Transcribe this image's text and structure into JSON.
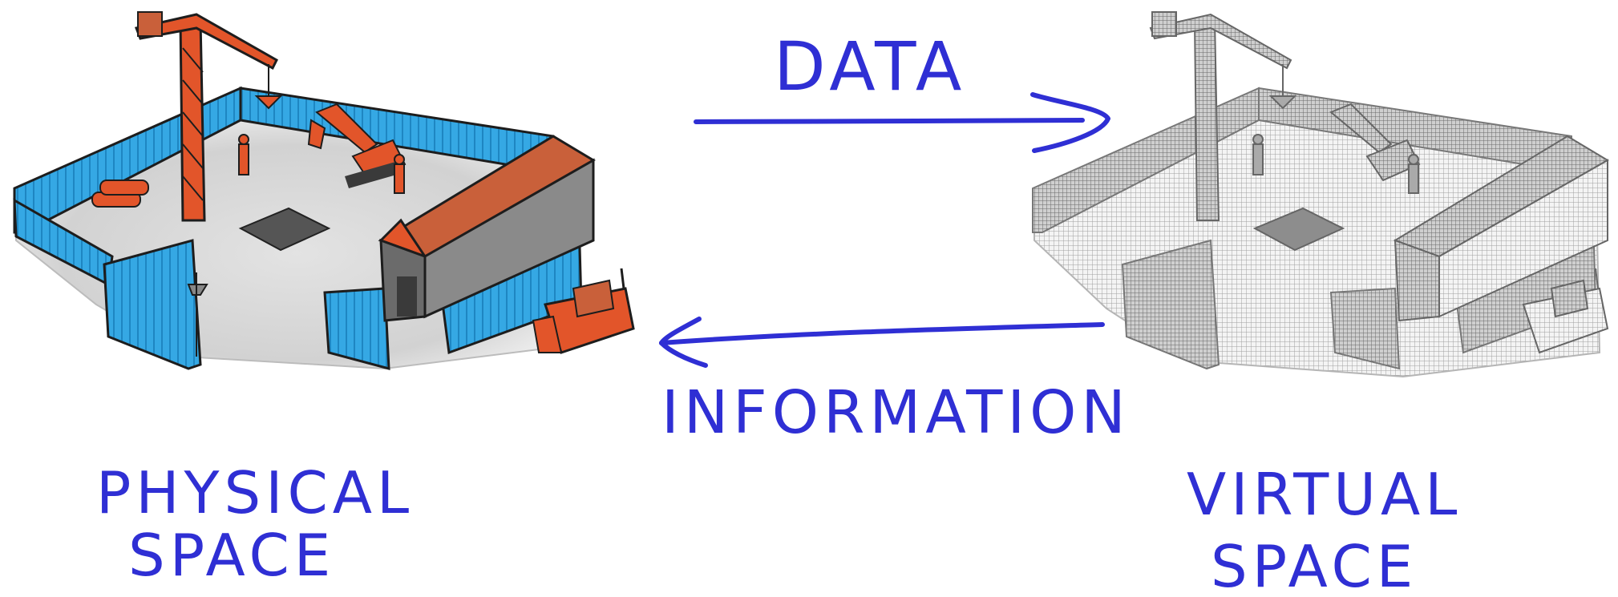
{
  "labels": {
    "data": "DATA",
    "information": "INFORMATION",
    "physical_line1": "PHYSICAL",
    "physical_line2": "SPACE",
    "virtual_line1": "VIRTUAL",
    "virtual_line2": "SPACE"
  },
  "colors": {
    "ink": "#2f2fd4",
    "fence": "#35a8e4",
    "machinery": "#e2552a",
    "ground": "#d9d9d9",
    "virtual": "#9a9a9a"
  }
}
